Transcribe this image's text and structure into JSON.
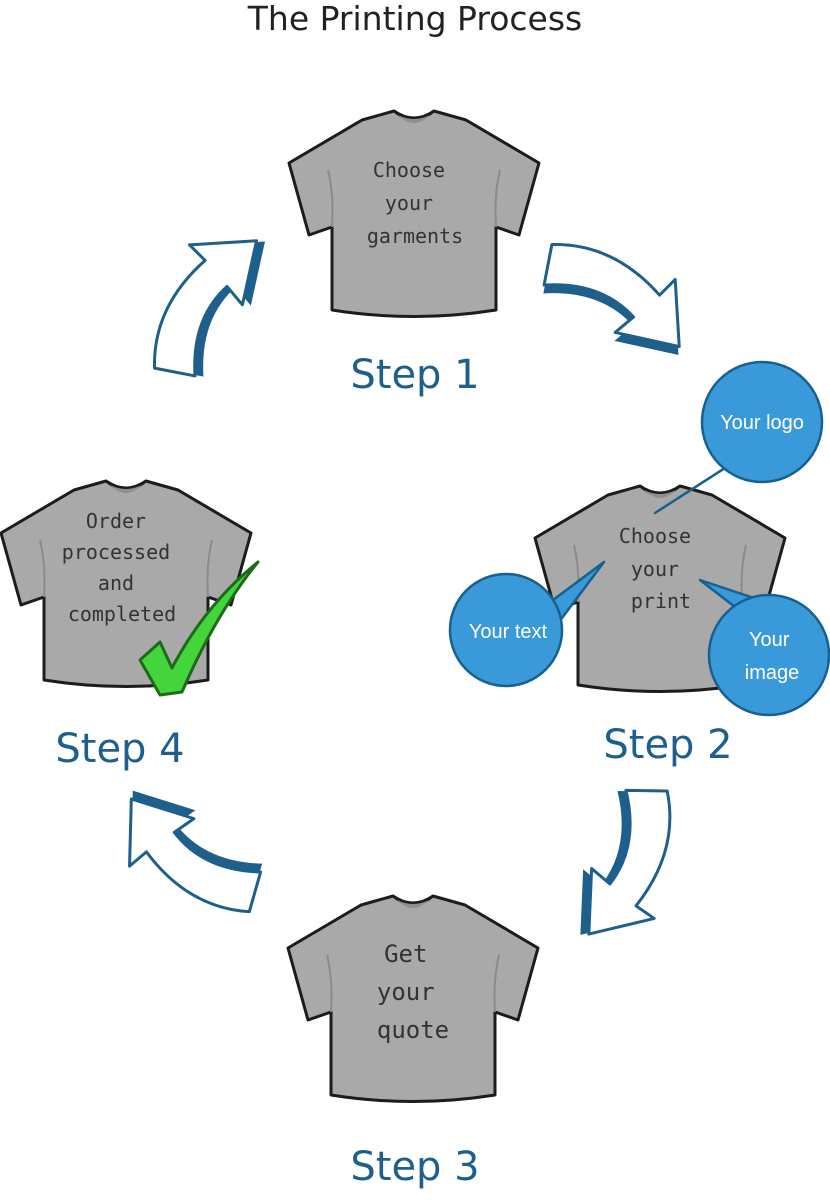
{
  "title": "The Printing Process",
  "colors": {
    "accent": "#1f5f8b",
    "shirt": "#a9a9a9",
    "bubble": "#3a9ad9",
    "check": "#44d43c"
  },
  "steps": [
    {
      "label": "Step 1",
      "lines": [
        "Choose",
        "your",
        "garments"
      ]
    },
    {
      "label": "Step 2",
      "lines": [
        "Choose",
        "your",
        "print"
      ]
    },
    {
      "label": "Step 3",
      "lines": [
        "Get",
        "your",
        "quote"
      ]
    },
    {
      "label": "Step 4",
      "lines": [
        "Order",
        "processed",
        "and",
        "completed"
      ]
    }
  ],
  "bubbles": {
    "logo": {
      "lines": [
        "Your logo"
      ]
    },
    "text": {
      "lines": [
        "Your text"
      ]
    },
    "image": {
      "lines": [
        "Your",
        "image"
      ]
    }
  },
  "icons": {
    "shirt": "t-shirt-icon",
    "arrow": "curved-arrow-icon",
    "check": "checkmark-icon"
  }
}
